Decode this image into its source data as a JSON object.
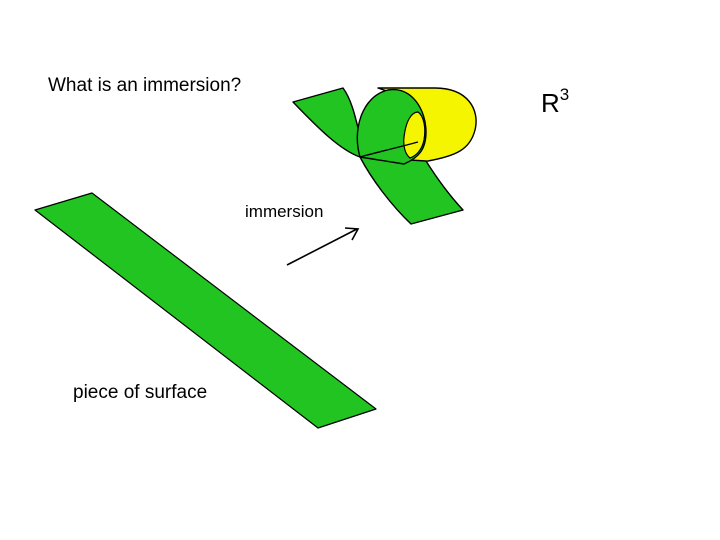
{
  "slide": {
    "title": "What is an immersion?",
    "space": {
      "base": "R",
      "exponent": "3"
    },
    "map_label": "immersion",
    "surface_label": "piece of surface"
  },
  "colors": {
    "background": "#ffffff",
    "surface_fill": "#22c422",
    "loop_back_fill": "#f5f500",
    "outline": "#000000"
  },
  "icons": {
    "map_arrow": "arrow-icon"
  }
}
